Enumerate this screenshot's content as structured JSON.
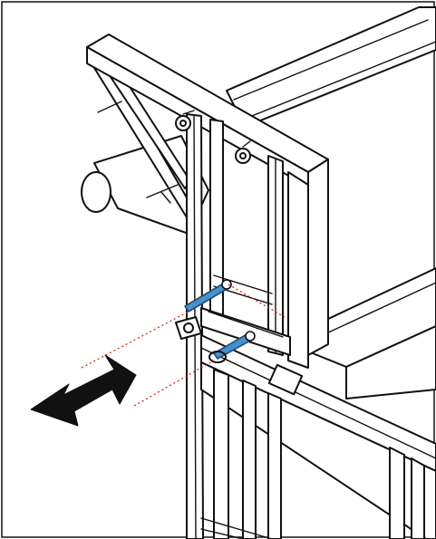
{
  "figure": {
    "kind": "assembly-illustration",
    "caption": ""
  },
  "colors": {
    "line": "#111111",
    "background": "#ffffff",
    "pin_fill": "#4a90c8",
    "pin_stroke": "#1f4f7a",
    "guide_line": "#d62828",
    "arrow_fill": "#111111"
  },
  "parts": [
    {
      "name": "gate-frame",
      "role": "vertical rectangular frame"
    },
    {
      "name": "diagonal-brace",
      "role": "left triangular brace"
    },
    {
      "name": "rail",
      "role": "horizontal rail"
    },
    {
      "name": "ring-bolt",
      "role": "lifting eye bolts"
    },
    {
      "name": "locking-pin",
      "role": "blue pins, count 2"
    },
    {
      "name": "insertion-arrow",
      "role": "direction of pin insertion"
    }
  ]
}
